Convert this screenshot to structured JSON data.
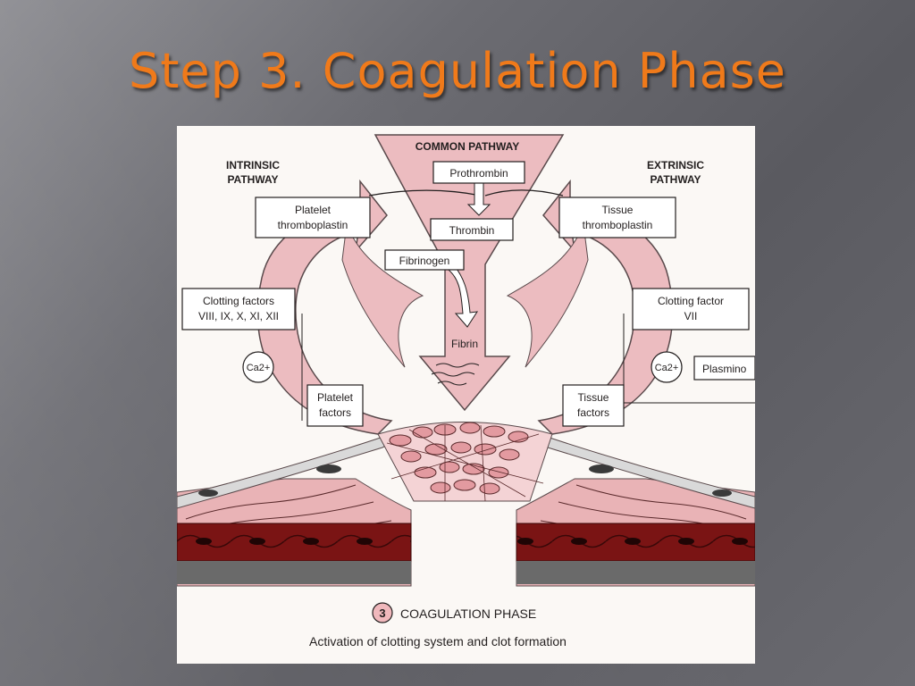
{
  "slide": {
    "title": "Step 3. Coagulation Phase"
  },
  "diagram": {
    "common_pathway": {
      "heading": "COMMON PATHWAY",
      "prothrombin": "Prothrombin",
      "thrombin": "Thrombin",
      "fibrinogen": "Fibrinogen",
      "fibrin": "Fibrin"
    },
    "intrinsic": {
      "heading_line1": "INTRINSIC",
      "heading_line2": "PATHWAY",
      "platelet_thromboplastin_line1": "Platelet",
      "platelet_thromboplastin_line2": "thromboplastin",
      "clotting_factors_line1": "Clotting factors",
      "clotting_factors_line2": "VIII, IX, X, XI, XII",
      "calcium": "Ca2+",
      "platelet_factors_line1": "Platelet",
      "platelet_factors_line2": "factors"
    },
    "extrinsic": {
      "heading_line1": "EXTRINSIC",
      "heading_line2": "PATHWAY",
      "tissue_thromboplastin_line1": "Tissue",
      "tissue_thromboplastin_line2": "thromboplastin",
      "clotting_factor_line1": "Clotting factor",
      "clotting_factor_line2": "VII",
      "calcium": "Ca2+",
      "plasmin": "Plasmino",
      "tissue_factors_line1": "Tissue",
      "tissue_factors_line2": "factors"
    },
    "caption": {
      "step_number": "3",
      "phase": "COAGULATION PHASE",
      "description": "Activation of clotting system and clot formation"
    },
    "colors": {
      "arrow_fill": "#ecbcc0",
      "arrow_stroke": "#5a4a4c",
      "tissue_pink": "#e9b3b6",
      "muscle_dark": "#7a1414",
      "title_orange": "#f07a1a"
    }
  }
}
